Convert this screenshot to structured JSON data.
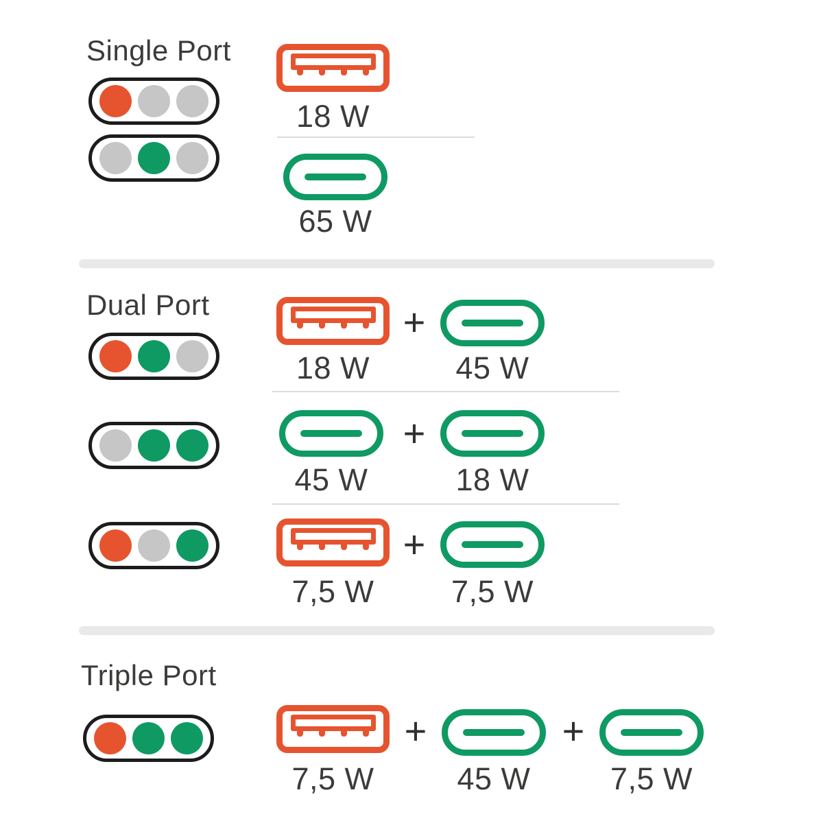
{
  "colors": {
    "usb_a_orange": "#E6542F",
    "usb_c_green": "#0F9A63",
    "inactive_dot_gray": "#C6C6C6",
    "pill_outline": "#1C1C1C",
    "text": "#3B3B3A",
    "thin_divider": "#DBDBDB",
    "thick_divider": "#E9E9E9",
    "background": "#FFFFFF"
  },
  "plus": "+",
  "sections": [
    {
      "id": "single-port",
      "title": "Single Port",
      "rows": [
        {
          "indicator": [
            "orange",
            "gray",
            "gray"
          ],
          "ports": [
            {
              "type": "USB-A",
              "color": "orange",
              "watts": "18 W"
            }
          ]
        },
        {
          "indicator": [
            "gray",
            "green",
            "gray"
          ],
          "ports": [
            {
              "type": "USB-C",
              "color": "green",
              "watts": "65 W"
            }
          ]
        }
      ]
    },
    {
      "id": "dual-port",
      "title": "Dual Port",
      "rows": [
        {
          "indicator": [
            "orange",
            "green",
            "gray"
          ],
          "ports": [
            {
              "type": "USB-A",
              "color": "orange",
              "watts": "18 W"
            },
            {
              "type": "USB-C",
              "color": "green",
              "watts": "45 W"
            }
          ]
        },
        {
          "indicator": [
            "gray",
            "green",
            "green"
          ],
          "ports": [
            {
              "type": "USB-C",
              "color": "green",
              "watts": "45 W"
            },
            {
              "type": "USB-C",
              "color": "green",
              "watts": "18 W"
            }
          ]
        },
        {
          "indicator": [
            "orange",
            "gray",
            "green"
          ],
          "ports": [
            {
              "type": "USB-A",
              "color": "orange",
              "watts": "7,5 W"
            },
            {
              "type": "USB-C",
              "color": "green",
              "watts": "7,5 W"
            }
          ]
        }
      ]
    },
    {
      "id": "triple-port",
      "title": "Triple Port",
      "rows": [
        {
          "indicator": [
            "orange",
            "green",
            "green"
          ],
          "ports": [
            {
              "type": "USB-A",
              "color": "orange",
              "watts": "7,5 W"
            },
            {
              "type": "USB-C",
              "color": "green",
              "watts": "45 W"
            },
            {
              "type": "USB-C",
              "color": "green",
              "watts": "7,5 W"
            }
          ]
        }
      ]
    }
  ]
}
